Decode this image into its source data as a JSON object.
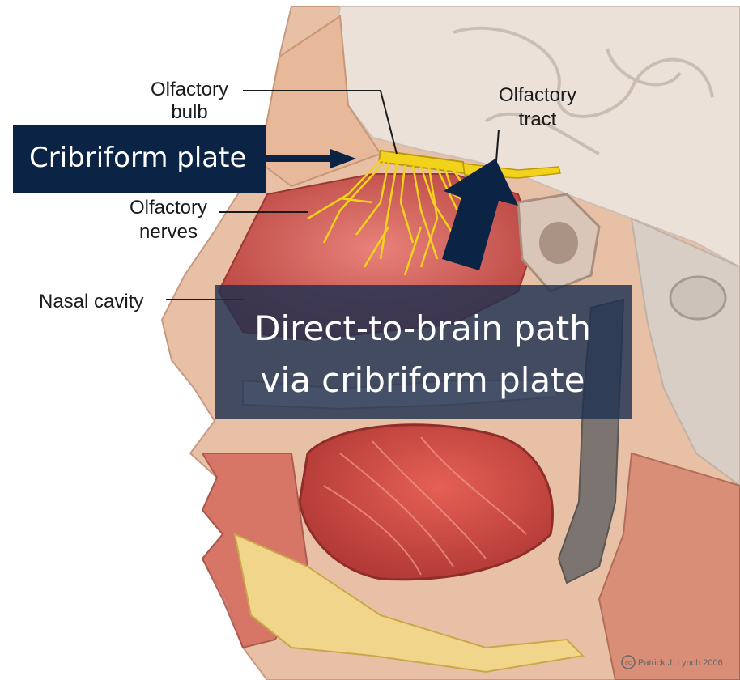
{
  "labels": {
    "olfactory_bulb_1": "Olfactory",
    "olfactory_bulb_2": "bulb",
    "olfactory_tract_1": "Olfactory",
    "olfactory_tract_2": "tract",
    "olfactory_nerves_1": "Olfactory",
    "olfactory_nerves_2": "nerves",
    "nasal_cavity": "Nasal cavity"
  },
  "callouts": {
    "cribriform_plate": "Cribriform plate",
    "direct_path_line1": "Direct-to-brain path",
    "direct_path_line2": "via cribriform plate"
  },
  "credit": "Patrick J. Lynch 2006",
  "credit_symbol": "cc",
  "colors": {
    "callout_bg": "#0b2344",
    "nerve": "#f2d21b",
    "tissue": "#c84f4c",
    "skin": "#e9bfa6",
    "brain": "#ece1d8"
  }
}
